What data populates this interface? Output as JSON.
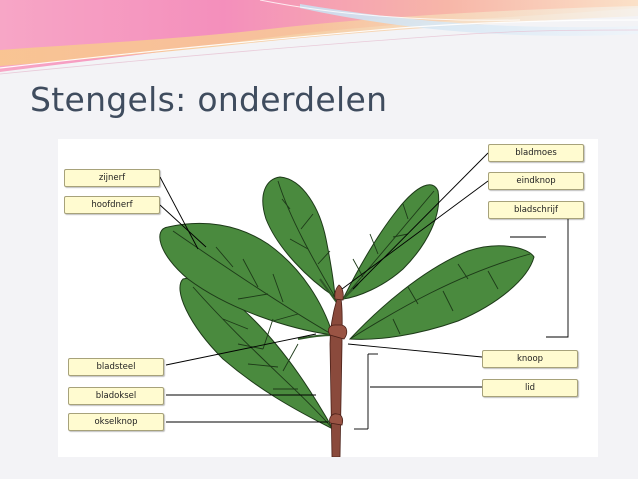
{
  "slide": {
    "title": "Stengels: onderdelen"
  },
  "diagram": {
    "labels": {
      "zijnerf": "zijnerf",
      "hoofdnerf": "hoofdnerf",
      "bladsteel": "bladsteel",
      "bladoksel": "bladoksel",
      "okselknop": "okselknop",
      "bladmoes": "bladmoes",
      "eindknop": "eindknop",
      "bladschijf": "bladschrijf",
      "knoop": "knoop",
      "lid": "lid"
    }
  },
  "colors": {
    "title": "#3f4c5e",
    "leaf": "#4a8a3e",
    "leaf_vein": "#1d3a18",
    "stem": "#8a4a3c",
    "label_fill": "#fffbd0",
    "banner_pink": "#f06aa8",
    "banner_orange": "#f5b060"
  }
}
